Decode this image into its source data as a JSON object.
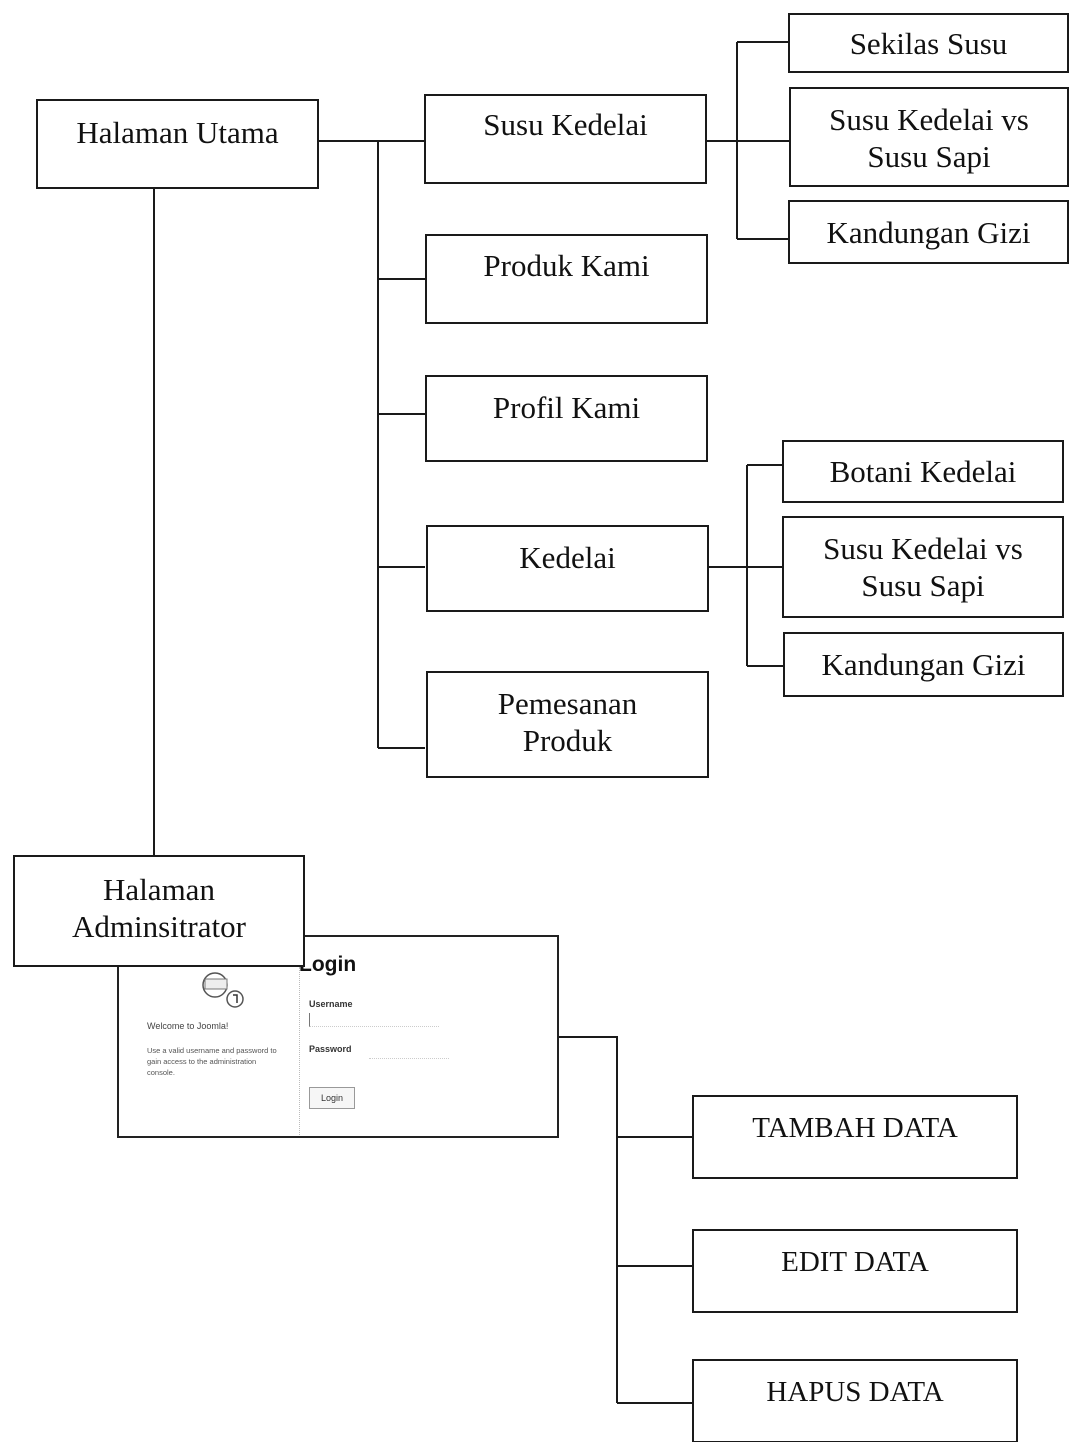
{
  "root": {
    "label": "Halaman Utama"
  },
  "main_menu": [
    {
      "label": "Susu Kedelai"
    },
    {
      "label": "Produk Kami"
    },
    {
      "label": "Profil Kami"
    },
    {
      "label": "Kedelai"
    },
    {
      "label": "Pemesanan\nProduk"
    }
  ],
  "susu_kedelai_sub": [
    {
      "label": "Sekilas Susu"
    },
    {
      "label": "Susu Kedelai vs\nSusu Sapi"
    },
    {
      "label": "Kandungan Gizi"
    }
  ],
  "kedelai_sub": [
    {
      "label": "Botani Kedelai"
    },
    {
      "label": "Susu Kedelai vs\nSusu Sapi"
    },
    {
      "label": "Kandungan Gizi"
    }
  ],
  "admin": {
    "label": "Halaman\nAdminsitrator"
  },
  "login_screen": {
    "title": "Login",
    "welcome": "Welcome to Joomla!",
    "description": "Use a valid username and password to gain access to the administration console.",
    "username_label": "Username",
    "password_label": "Password",
    "button_label": "Login"
  },
  "admin_actions": [
    {
      "label": "TAMBAH DATA"
    },
    {
      "label": "EDIT DATA"
    },
    {
      "label": "HAPUS DATA"
    }
  ],
  "colors": {
    "line": "#1a1a1a",
    "box_border": "#1a1a1a",
    "text": "#111111"
  }
}
